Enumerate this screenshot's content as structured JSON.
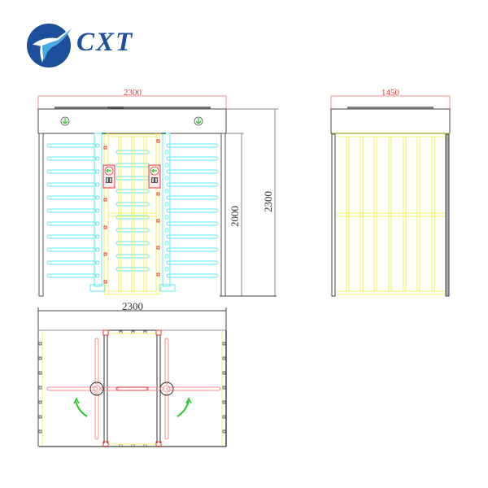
{
  "brand": {
    "name": "CXT",
    "logo_icon": "globe-swoosh-icon",
    "color_primary": "#1d4f9c",
    "color_accent": "#4aa8e0"
  },
  "drawing": {
    "subject": "Full height turnstile technical drawing",
    "front_view": {
      "width_label": "2300",
      "height_inner_label": "2000",
      "height_total_label": "2300"
    },
    "side_view": {
      "width_label": "1450"
    },
    "top_view": {
      "width_label": "2300"
    },
    "colors": {
      "frame": "#333333",
      "rotor": "#5ee8f0",
      "cage": "#f5f060",
      "marker": "#e83a3a",
      "arrow": "#22cc22",
      "dim_red": "#e83a3a"
    }
  }
}
